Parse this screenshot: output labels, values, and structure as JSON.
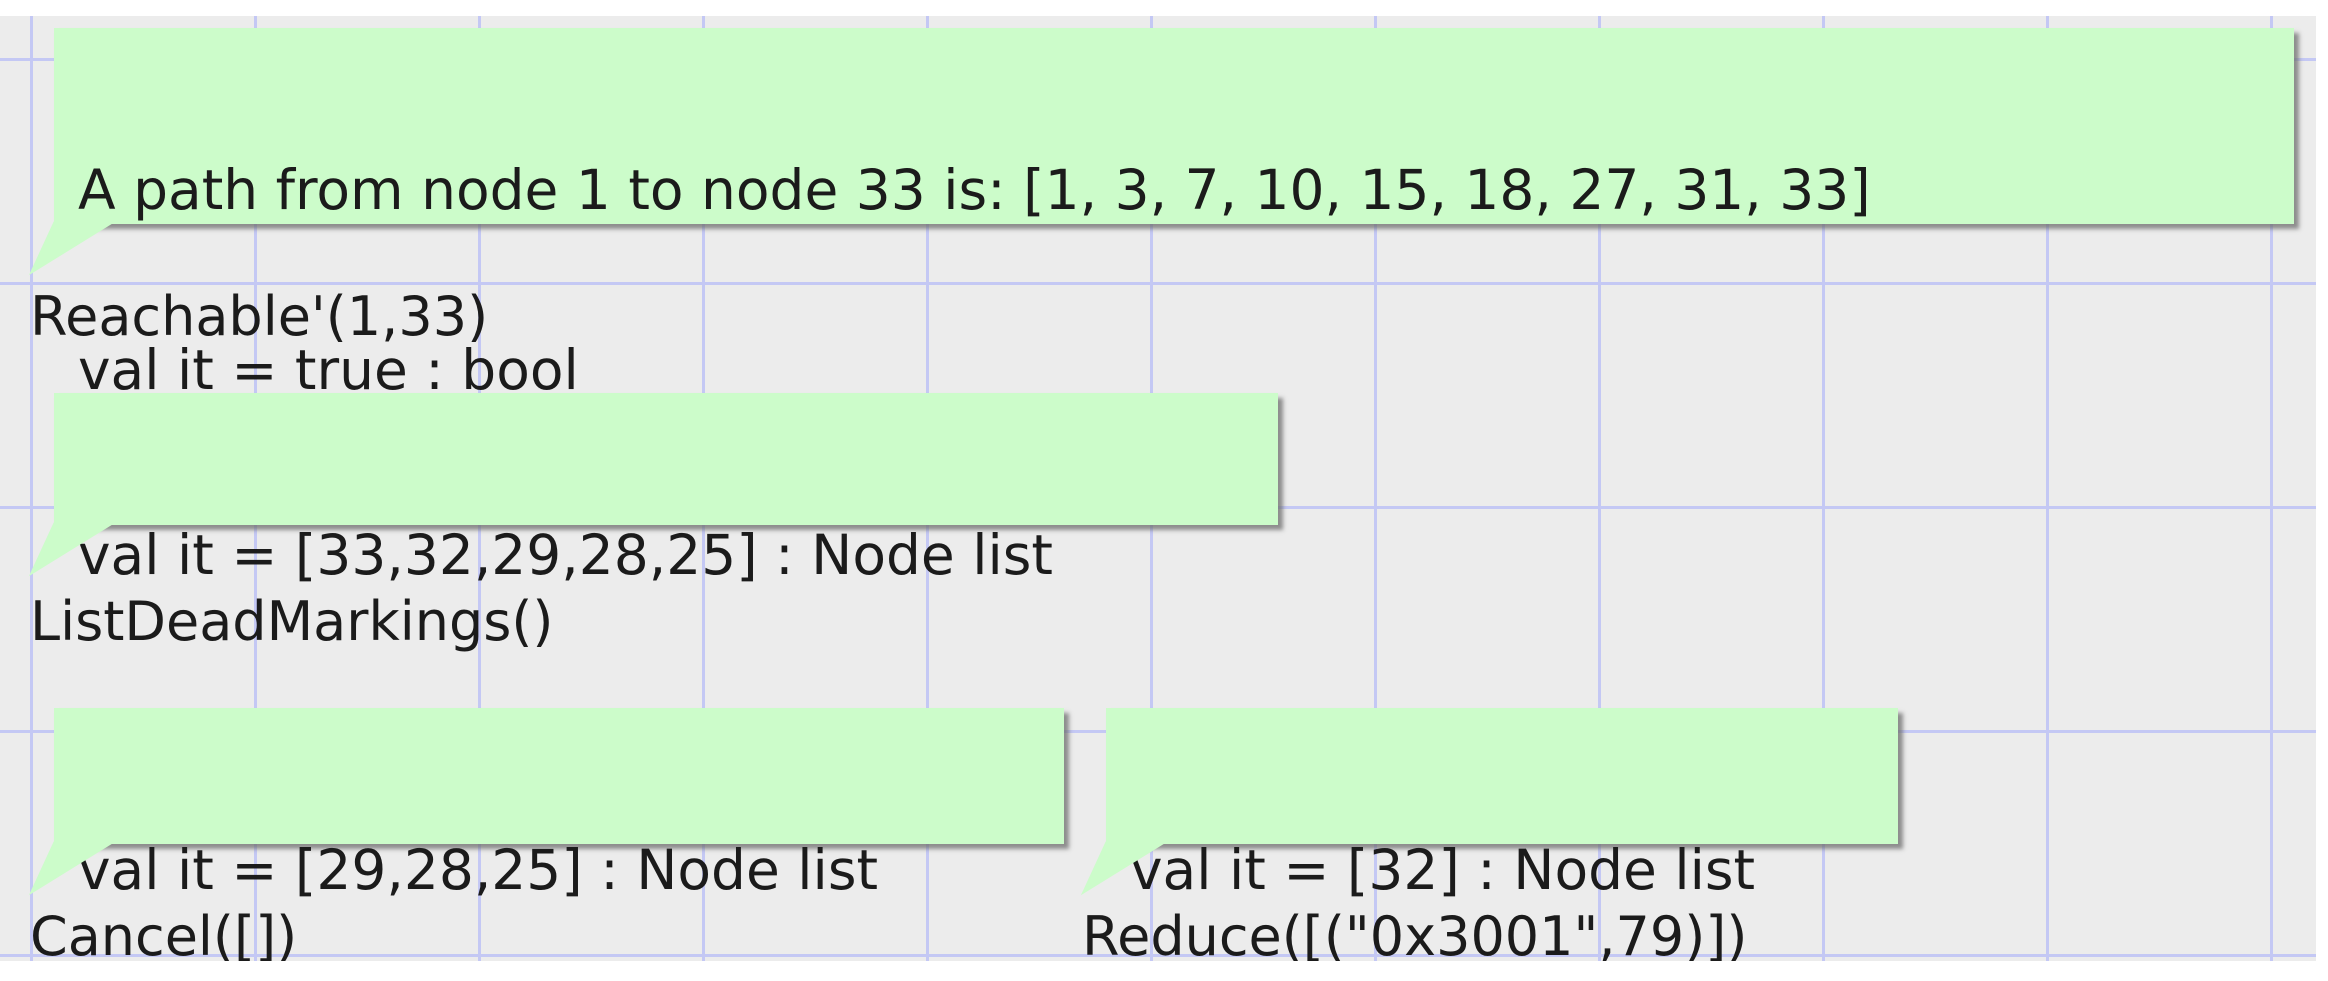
{
  "query_results": [
    {
      "lines": [
        "A path from node 1 to node 33 is: [1, 3, 7, 10, 15, 18, 27, 31, 33]",
        "val it = true : bool"
      ],
      "label": "Reachable'(1,33)"
    },
    {
      "lines": [
        "val it = [33,32,29,28,25] : Node list"
      ],
      "label": "ListDeadMarkings()"
    },
    {
      "lines": [
        "val it = [29,28,25] : Node list"
      ],
      "label": "Cancel([])"
    },
    {
      "lines": [
        "val it = [32] : Node list"
      ],
      "label": "Reduce([(\"0x3001\",79)])"
    }
  ],
  "colors": {
    "canvas_background": "#ececec",
    "grid_line": "#c4c8f4",
    "bubble_fill": "#ccfcca",
    "text": "#1b1b1b"
  }
}
